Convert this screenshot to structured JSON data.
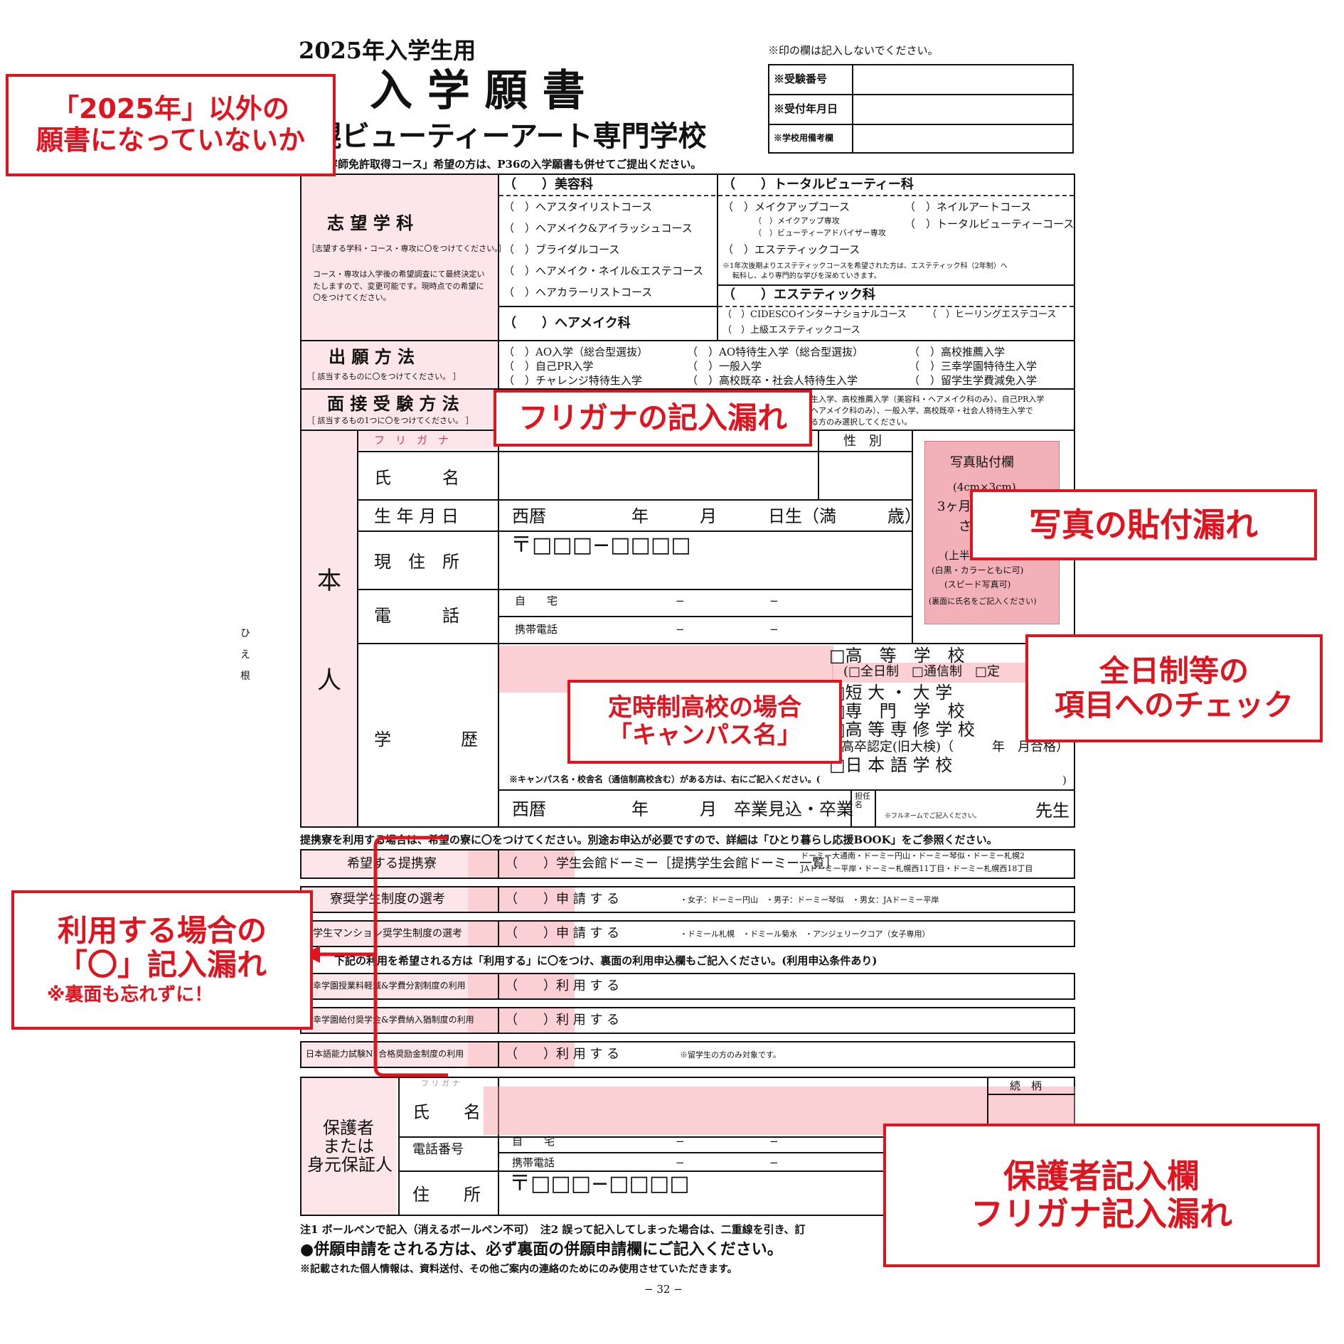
{
  "header": {
    "year_title": "2025年入学生用",
    "main_title": "入 学 願 書",
    "school_name": "幌ビューティーアート専門学校",
    "note_line": "容師免許取得コース」希望の方は、P36の入学願書も併せてご提出ください。",
    "office_note": "※印の欄は記入しないでください。",
    "office_rows": [
      "※受験番号",
      "※受付年月日",
      "※学校用備考欄"
    ]
  },
  "department": {
    "label": "志 望 学 科",
    "sub": "［志望する学科・コース・専攻に〇をつけてください。］",
    "note": "コース・専攻は入学後の希望調査にて最終決定いたしますので、変更可能です。現時点での希望に〇をつけてください。",
    "biyou_title": "（　　）美容科",
    "biyou_courses": [
      "（　）ヘアスタイリストコース",
      "（　）ヘアメイク&アイラッシュコース",
      "（　）ブライダルコース",
      "（　）ヘアメイク・ネイル&エステコース",
      "（　）ヘアカラーリストコース"
    ],
    "hairmake_title": "（　　）ヘアメイク科",
    "total_title": "（　　）トータルビューティー科",
    "total_makeup": "（　）メイクアップコース",
    "total_makeup_sub1": "（　）メイクアップ専攻",
    "total_makeup_sub2": "（　）ビューティーアドバイザー専攻",
    "total_nail": "（　）ネイルアートコース",
    "total_tb": "（　）トータルビューティーコース",
    "total_esthe": "（　）エステティックコース",
    "total_note1": "※1年次後期よりエステティックコースを希望された方は、エステティック科（2年制）へ",
    "total_note2": "転科し、より専門的な学びを深めていきます。",
    "esthe_title": "（　　）エステティック科",
    "esthe_cidesco": "（　）CIDESCOインターナショナルコース",
    "esthe_healing": "（　）ヒーリングエステコース",
    "esthe_advanced": "（　）上級エステティックコース"
  },
  "apply_method": {
    "label": "出 願 方 法",
    "sub": "［ 該当するものに〇をつけてください。 ］",
    "options": [
      [
        "（　）AO入学（総合型選抜）",
        "（　）AO特待生入学（総合型選抜）",
        "（　）高校推薦入学"
      ],
      [
        "（　）自己PR入学",
        "（　）一般入学",
        "（　）三幸学園特待生入学"
      ],
      [
        "（　）チャレンジ特待生入学",
        "（　）高校既卒・社会人特待生入学",
        "（　）留学生学費減免入学"
      ]
    ]
  },
  "interview": {
    "label": "面 接 受 験 方 法",
    "sub": "［ 該当するもの1つに〇をつけてください。 ］",
    "note1": "生入学、高校推薦入学（美容科・ヘアメイク科のみ）、自己PR入学",
    "note2": "ヘアメイク科のみ）、一般入学、高校既卒・社会人特待生入学で",
    "note3": "る方のみ選択してください。"
  },
  "person": {
    "side_top": "本",
    "side_bottom": "人",
    "furigana": "フ　リ　ガ　ナ",
    "name": "氏　　　名",
    "gender": "性　別",
    "birth": "生 年 月 日",
    "birth_value": "西暦　　　　　年　　　月　　　日生（満　　　歳）",
    "address": "現　住　所",
    "postal": "〒□□□−□□□□",
    "phone": "電　　　話",
    "home": "自　　宅",
    "mobile": "携帯電話",
    "dash": "−",
    "photo_title": "写真貼付欄",
    "photo_size": "(4cm×3cm)",
    "photo_l1": "3ヶ月",
    "photo_l2": "さ",
    "photo_l3": "(上半",
    "photo_l4": "(白黒・カラーともに可)",
    "photo_l5": "(スピード写真可)",
    "photo_l6": "(裏面に氏名をご記入ください)"
  },
  "education": {
    "label_a": "学",
    "label_b": "歴",
    "schools": [
      "□高　等　学　校",
      "(□全日制　□通信制　□定",
      "□短 大 ・ 大 学",
      "□専　門　学　校",
      "□高 等 専 修 学 校",
      "□高卒認定(旧大検)（　　　年　月合格）",
      "□日 本 語 学 校"
    ],
    "campus_note": "※キャンパス名・校舎名（通信制高校含む）がある方は、右にご記入ください。(",
    "close_paren": ")",
    "grad": "西暦　　　　　年　　　月　卒業見込・卒業",
    "teacher_label": "担任名",
    "teacher_note": "※フルネームでご記入ください。",
    "sensei": "先生"
  },
  "dorm": {
    "intro": "提携寮を利用する場合は、希望の寮に〇をつけてください。別途お申込が必要ですので、詳細は「ひとり暮らし応援BOOK」をご参照ください。",
    "rows": [
      {
        "label": "希望する提携寮",
        "value": "（　　）学生会館ドーミー［提携学生会館ドーミー一覧］",
        "extra1": "ドーミー大通南・ドーミー円山・ドーミー琴似・ドーミー札幌2",
        "extra2": "JAドーミー平岸・ドーミー札幌西11丁目・ドーミー札幌西18丁目"
      },
      {
        "label": "寮奨学生制度の選考",
        "value": "（　　）申 請 す る",
        "extra1": "・女子：ドーミー円山　・男子：ドーミー琴似　・男女：JAドーミー平岸"
      },
      {
        "label": "学生マンション奨学生制度の選考",
        "value": "（　　）申 請 す る",
        "extra1": "・ドミール札幌　・ドミール菊水　・アンジェリークコア（女子専用）"
      }
    ]
  },
  "scholarship": {
    "intro": "下記の利用を希望される方は「利用する」に〇をつけ、裏面の利用申込欄もご記入ください。(利用申込条件あり)",
    "rows": [
      {
        "label": "幸学園授業料軽減&学費分割制度の利用",
        "value": "（　　）利 用 す る"
      },
      {
        "label": "幸学園給付奨学金&学費納入猶制度の利用",
        "value": "（　　）利 用 す る"
      },
      {
        "label": "日本語能力試験N1合格奨励金制度の利用",
        "value": "（　　）利 用 す る",
        "note": "※留学生の方のみ対象です。"
      }
    ]
  },
  "guardian": {
    "label1": "保護者",
    "label2": "または",
    "label3": "身元保証人",
    "furigana": "フ リ ガ ナ",
    "name": "氏　　名",
    "relation": "続　柄",
    "phone": "電話番号",
    "home": "自　　宅",
    "mobile": "携帯電話",
    "address": "住　　所",
    "postal": "〒□□□−□□□□"
  },
  "footer": {
    "note1": "注1 ボールペンで記入（消えるボールペン不可）　注2 誤って記入してしまった場合は、二重線を引き、訂",
    "note2": "●併願申請をされる方は、必ず裏面の併願申請欄にご記入ください。",
    "note3": "※記載された個人情報は、資料送付、その他ご案内の連絡のためにのみ使用させていただきます。",
    "page": "− 32 −"
  },
  "margin_text": [
    "ひ",
    "え",
    "根"
  ],
  "callouts": {
    "year": [
      "「2025年」以外の",
      "願書になっていないか"
    ],
    "furigana": "フリガナの記入漏れ",
    "photo": "写真の貼付漏れ",
    "fulltime": [
      "全日制等の",
      "項目へのチェック"
    ],
    "campus": [
      "定時制高校の場合",
      "「キャンパス名」"
    ],
    "dorm": [
      "利用する場合の",
      "「〇」記入漏れ",
      "※裏面も忘れずに！"
    ],
    "guardian": [
      "保護者記入欄",
      "フリガナ記入漏れ"
    ]
  },
  "colors": {
    "callout_red": "#e0141e",
    "field_pink": "#fde6ea",
    "highlight_pink": "#f496a0"
  }
}
